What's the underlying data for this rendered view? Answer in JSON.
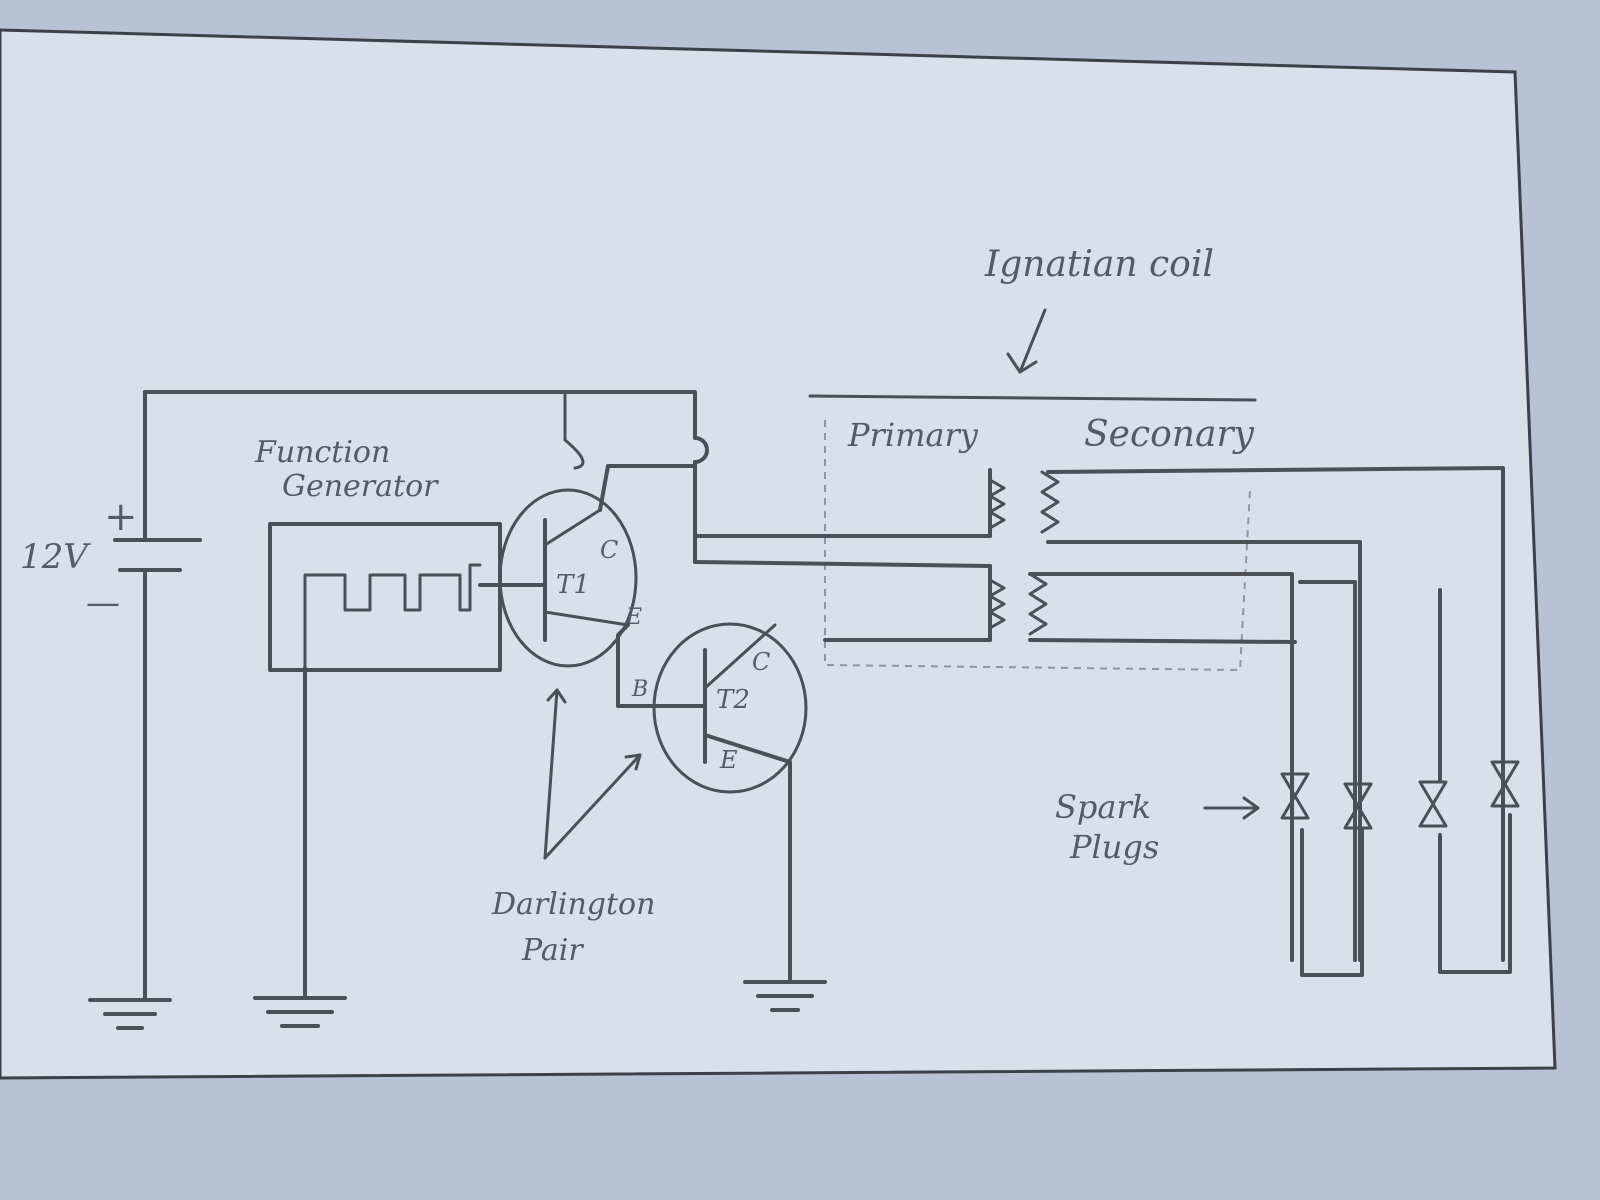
{
  "labels": {
    "supply": "12V",
    "plus": "+",
    "minus": "—",
    "function_generator": [
      "Function",
      "Generator"
    ],
    "t1": "T1",
    "t2": "T2",
    "collector": "C",
    "emitter": "E",
    "base": "B",
    "darlington_pair": [
      "Darlington",
      "Pair"
    ],
    "ignition_coil": "Ignatian coil",
    "primary": "Primary",
    "secondary": "Seconary",
    "spark_plugs": [
      "Spark",
      "Plugs"
    ]
  },
  "colors": {
    "paper": "#d9e1ec",
    "ink": "#4a4f58",
    "pencil_light": "#8d96a6"
  }
}
